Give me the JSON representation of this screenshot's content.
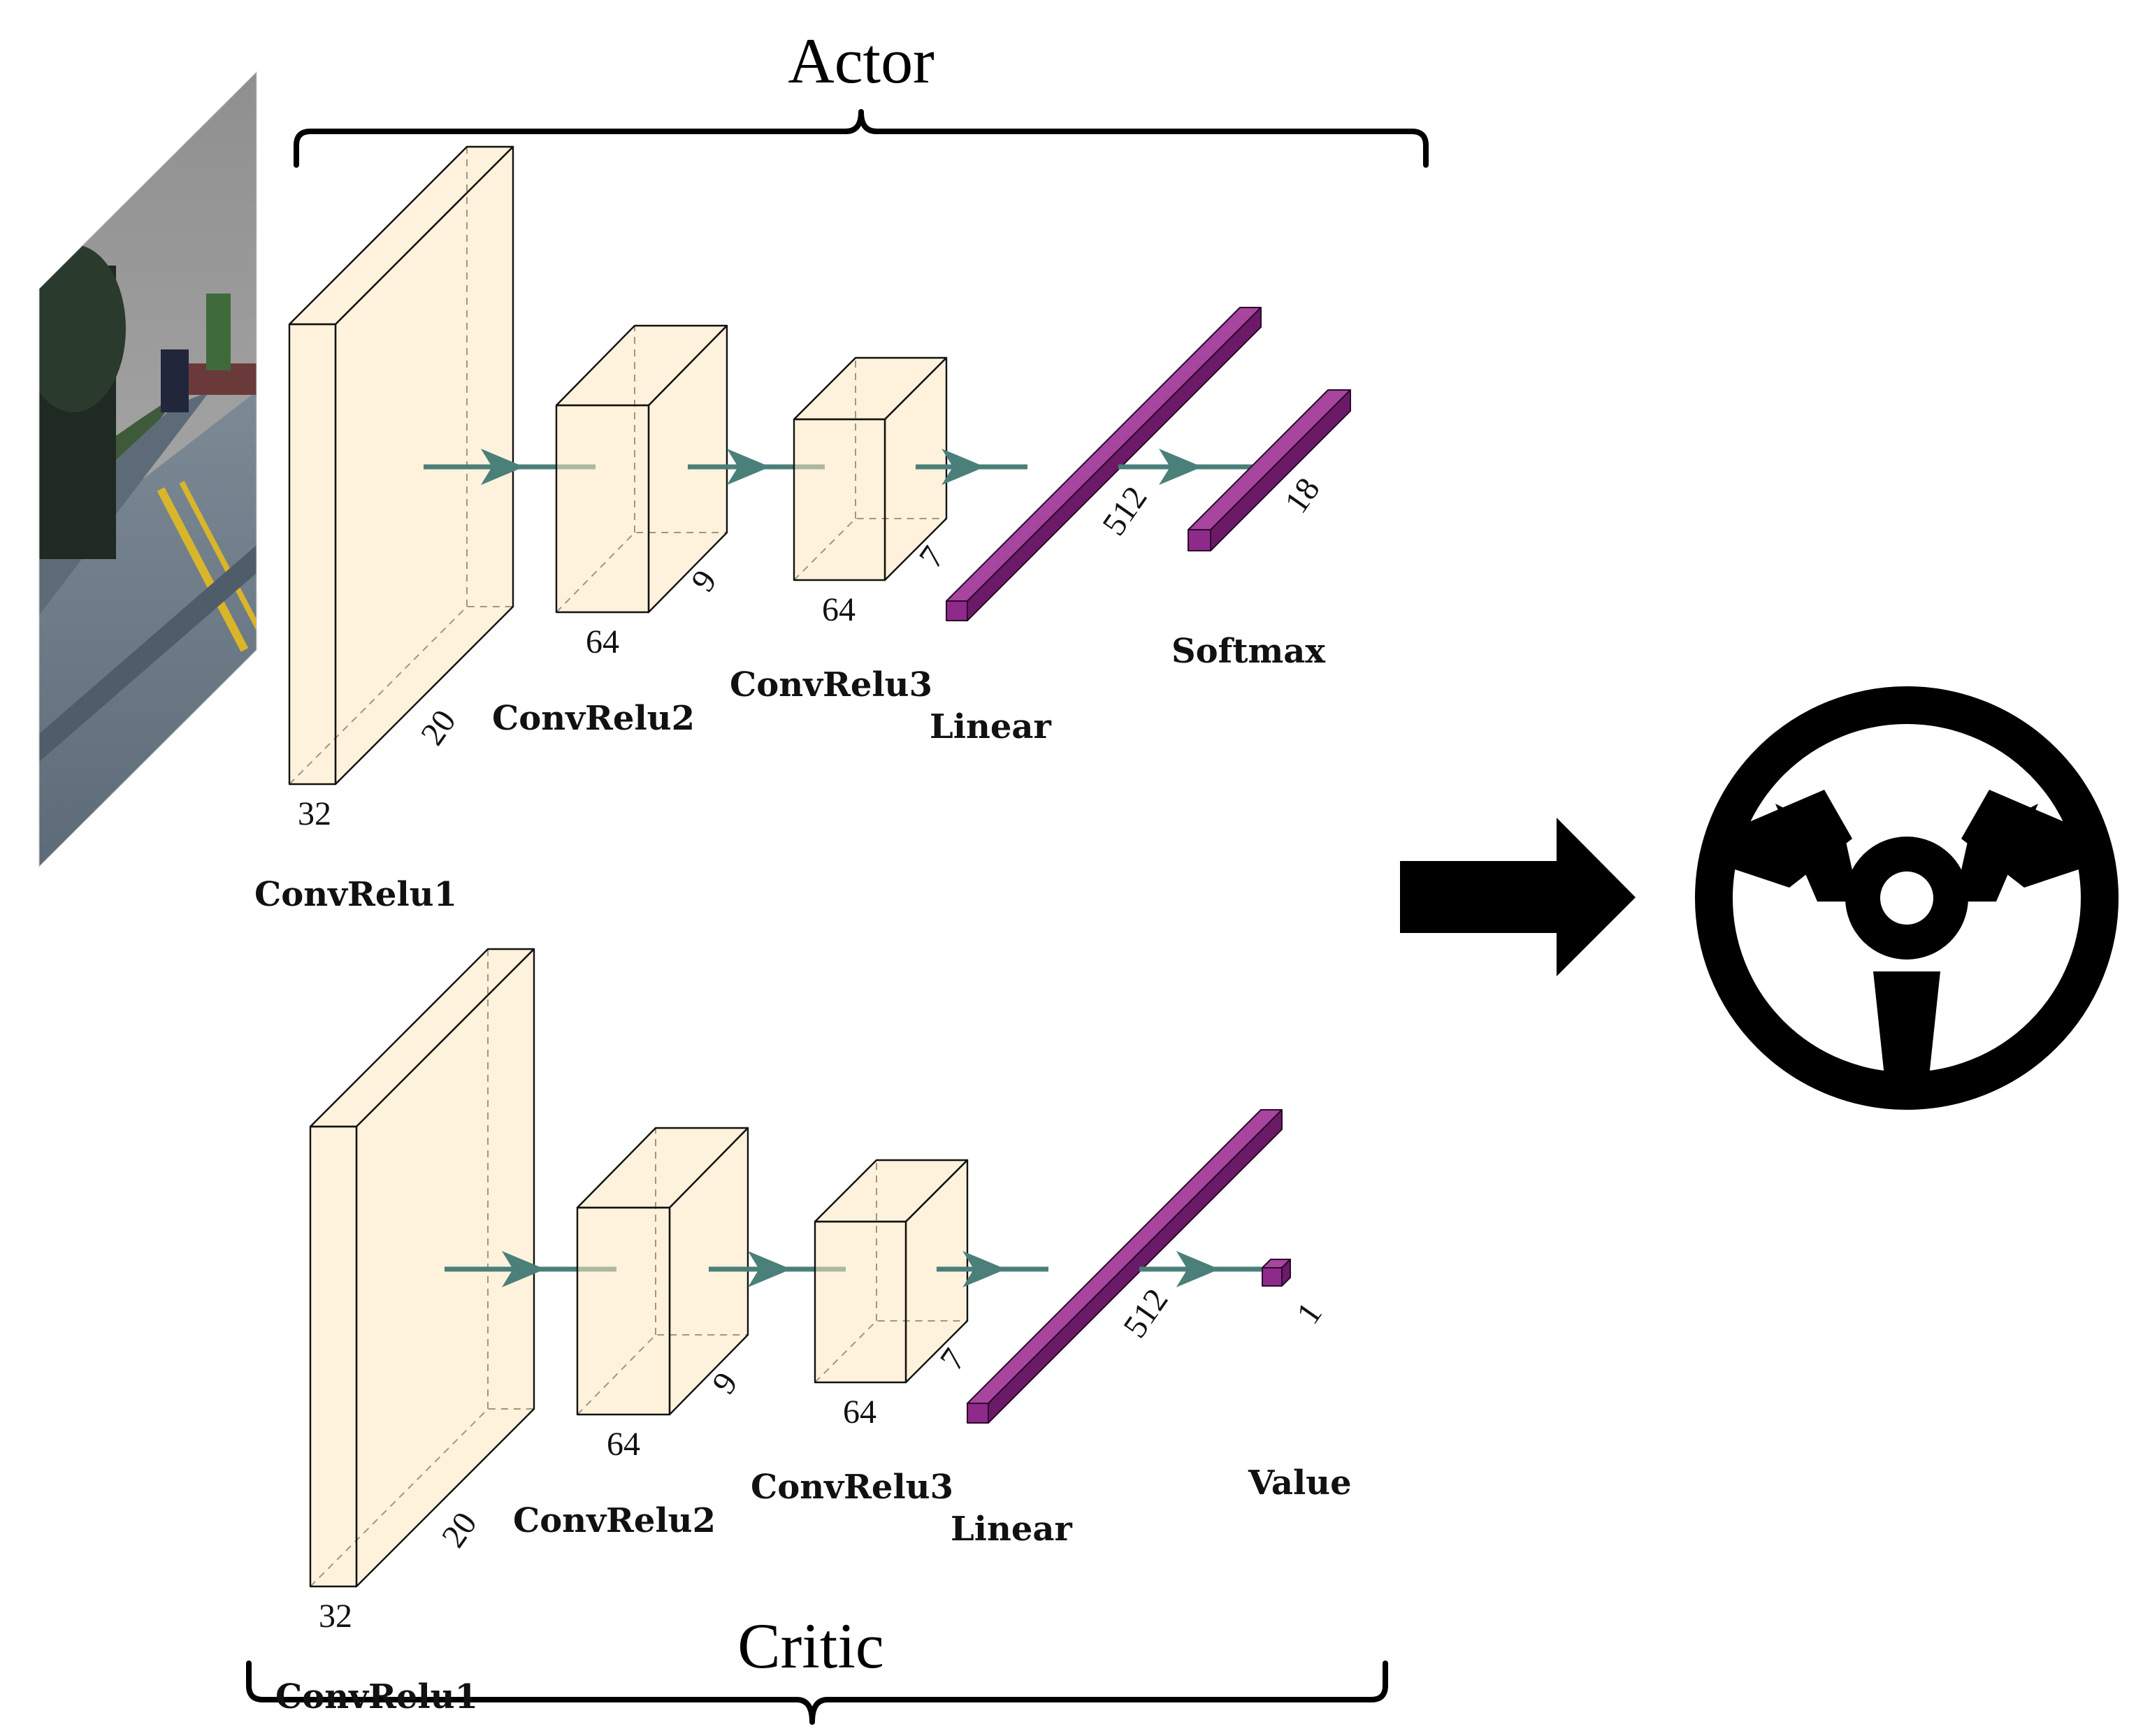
{
  "colors": {
    "conv_block": "#fde8c0",
    "fc_block": "#8e2a8a",
    "fc_block_side": "#6b1a68",
    "fc_block_top": "#a8459f",
    "edge": "#4a7f7a",
    "output_arrow": "#000000",
    "steering_wheel": "#000000"
  },
  "input_image": {
    "icon": "driving-camera-frame"
  },
  "actor": {
    "title": "Actor",
    "layers": [
      {
        "id": "conv1",
        "kind": "conv",
        "label": "ConvRelu1",
        "dims": [
          "32",
          "20"
        ]
      },
      {
        "id": "conv2",
        "kind": "conv",
        "label": "ConvRelu2",
        "dims": [
          "64",
          "9"
        ]
      },
      {
        "id": "conv3",
        "kind": "conv",
        "label": "ConvRelu3",
        "dims": [
          "64",
          "7"
        ]
      },
      {
        "id": "linear",
        "kind": "fc",
        "label": "Linear",
        "dims": [
          "512"
        ]
      },
      {
        "id": "out",
        "kind": "fc",
        "label": "Softmax",
        "dims": [
          "18"
        ]
      }
    ]
  },
  "critic": {
    "title": "Critic",
    "layers": [
      {
        "id": "conv1",
        "kind": "conv",
        "label": "ConvRelu1",
        "dims": [
          "32",
          "20"
        ]
      },
      {
        "id": "conv2",
        "kind": "conv",
        "label": "ConvRelu2",
        "dims": [
          "64",
          "9"
        ]
      },
      {
        "id": "conv3",
        "kind": "conv",
        "label": "ConvRelu3",
        "dims": [
          "64",
          "7"
        ]
      },
      {
        "id": "linear",
        "kind": "fc",
        "label": "Linear",
        "dims": [
          "512"
        ]
      },
      {
        "id": "out",
        "kind": "fc",
        "label": "Value",
        "dims": [
          "1"
        ]
      }
    ]
  },
  "output": {
    "arrow_icon": "right-arrow-icon",
    "icon": "steering-wheel-icon"
  }
}
